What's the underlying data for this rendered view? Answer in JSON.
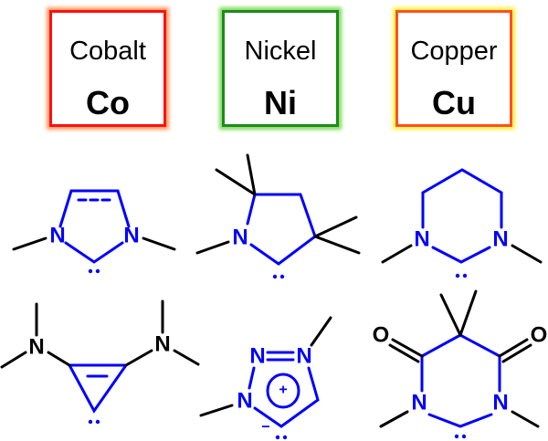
{
  "elements": [
    {
      "name": "Cobalt",
      "symbol": "Co",
      "color": "#ff1010"
    },
    {
      "name": "Nickel",
      "symbol": "Ni",
      "color": "#1e8a1e"
    },
    {
      "name": "Copper",
      "symbol": "Cu",
      "color": "#ff5020"
    }
  ],
  "atom_labels": {
    "nitrogen": "N",
    "oxygen": "O"
  },
  "charges": {
    "plus": "+",
    "minus": "−"
  },
  "colors": {
    "ring": "#0000ff",
    "substituent": "#000000"
  }
}
